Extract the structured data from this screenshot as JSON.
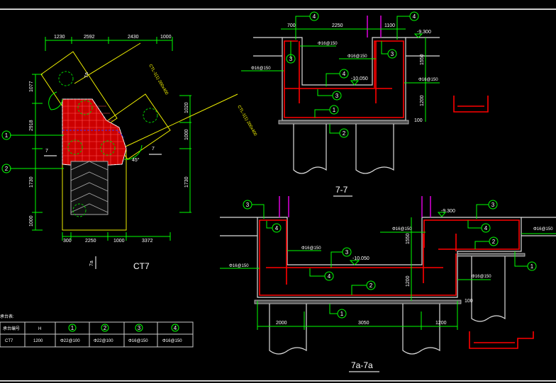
{
  "plan": {
    "top_dims": [
      "1230",
      "2592",
      "2430",
      "1000"
    ],
    "bottom_dims": [
      "300",
      "2250",
      "1000",
      "3372"
    ],
    "left_dims": [
      "1077",
      "2918",
      "1730",
      "1000"
    ],
    "right_dims": [
      "1020",
      "1000",
      "1730"
    ],
    "angle_label": "45°",
    "section_mark_7a": "7a",
    "section_mark_7": "7",
    "beam_label_1": "CTL-1(1) 200x400",
    "beam_label_2": "CTL-1(1) 200x400",
    "title": "CT7"
  },
  "callouts": {
    "c1": "1",
    "c2": "2",
    "c3": "3",
    "c4": "4"
  },
  "section_77": {
    "title": "7-7",
    "dims_top": [
      "700",
      "2250",
      "1100"
    ],
    "dims_right": [
      "1550",
      "1200",
      "100"
    ],
    "elev_top": "-9.300",
    "elev_pit": "-10.050",
    "rebar": [
      "Φ16@150",
      "Φ16@150",
      "Φ16@150",
      "Φ16@150"
    ]
  },
  "section_7a": {
    "title": "7a-7a",
    "dims_bottom": [
      "2000",
      "3050",
      "1200"
    ],
    "dims_mid": [
      "1550",
      "1200",
      "100"
    ],
    "elev_top": "-9.300",
    "elev_pit": "-10.050",
    "rebar": [
      "Φ16@150",
      "Φ16@150",
      "Φ16@150",
      "Φ16@150",
      "Φ16@150"
    ]
  },
  "table": {
    "caption": "承台表:",
    "headers": [
      "承台编号",
      "H",
      "1",
      "2",
      "3",
      "4"
    ],
    "rows": [
      [
        "CT7",
        "1200",
        "Φ22@100",
        "Φ22@100",
        "Φ16@150",
        "Φ16@150"
      ]
    ]
  },
  "colors": {
    "concrete": "#dddddd",
    "rebar": "#ff0000",
    "dim": "#00ff00",
    "beam": "#eeee00",
    "column": "#dd00dd"
  }
}
